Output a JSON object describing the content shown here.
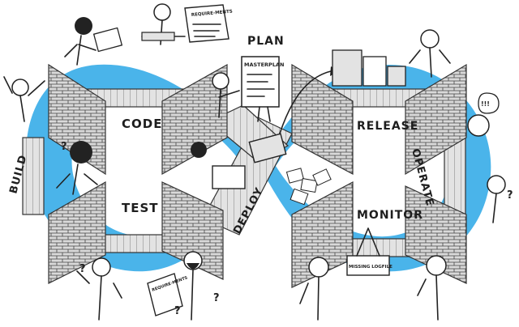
{
  "colors": {
    "loop_blue": "#4ab4ea",
    "wall": "#d9d9d9",
    "mortar": "#444444",
    "ink": "#222222",
    "paper": "#ffffff",
    "belt": "#e3e3e3"
  },
  "stages": {
    "plan": "PLAN",
    "code": "CODE",
    "build": "BUILD",
    "test": "TEST",
    "release": "RELEASE",
    "deploy": "DEPLOY",
    "operate": "OPERATE",
    "monitor": "MONITOR"
  },
  "notes": {
    "masterplan": "MASTERPLAN",
    "requirements_top": "REQUIRE-MENTS",
    "requirements_bottom": "REQUIRE-MENTS",
    "missing_logfile": "MISSING LOGFILE"
  },
  "icons": {
    "question_mark": "?",
    "exclamation": "!!!"
  }
}
